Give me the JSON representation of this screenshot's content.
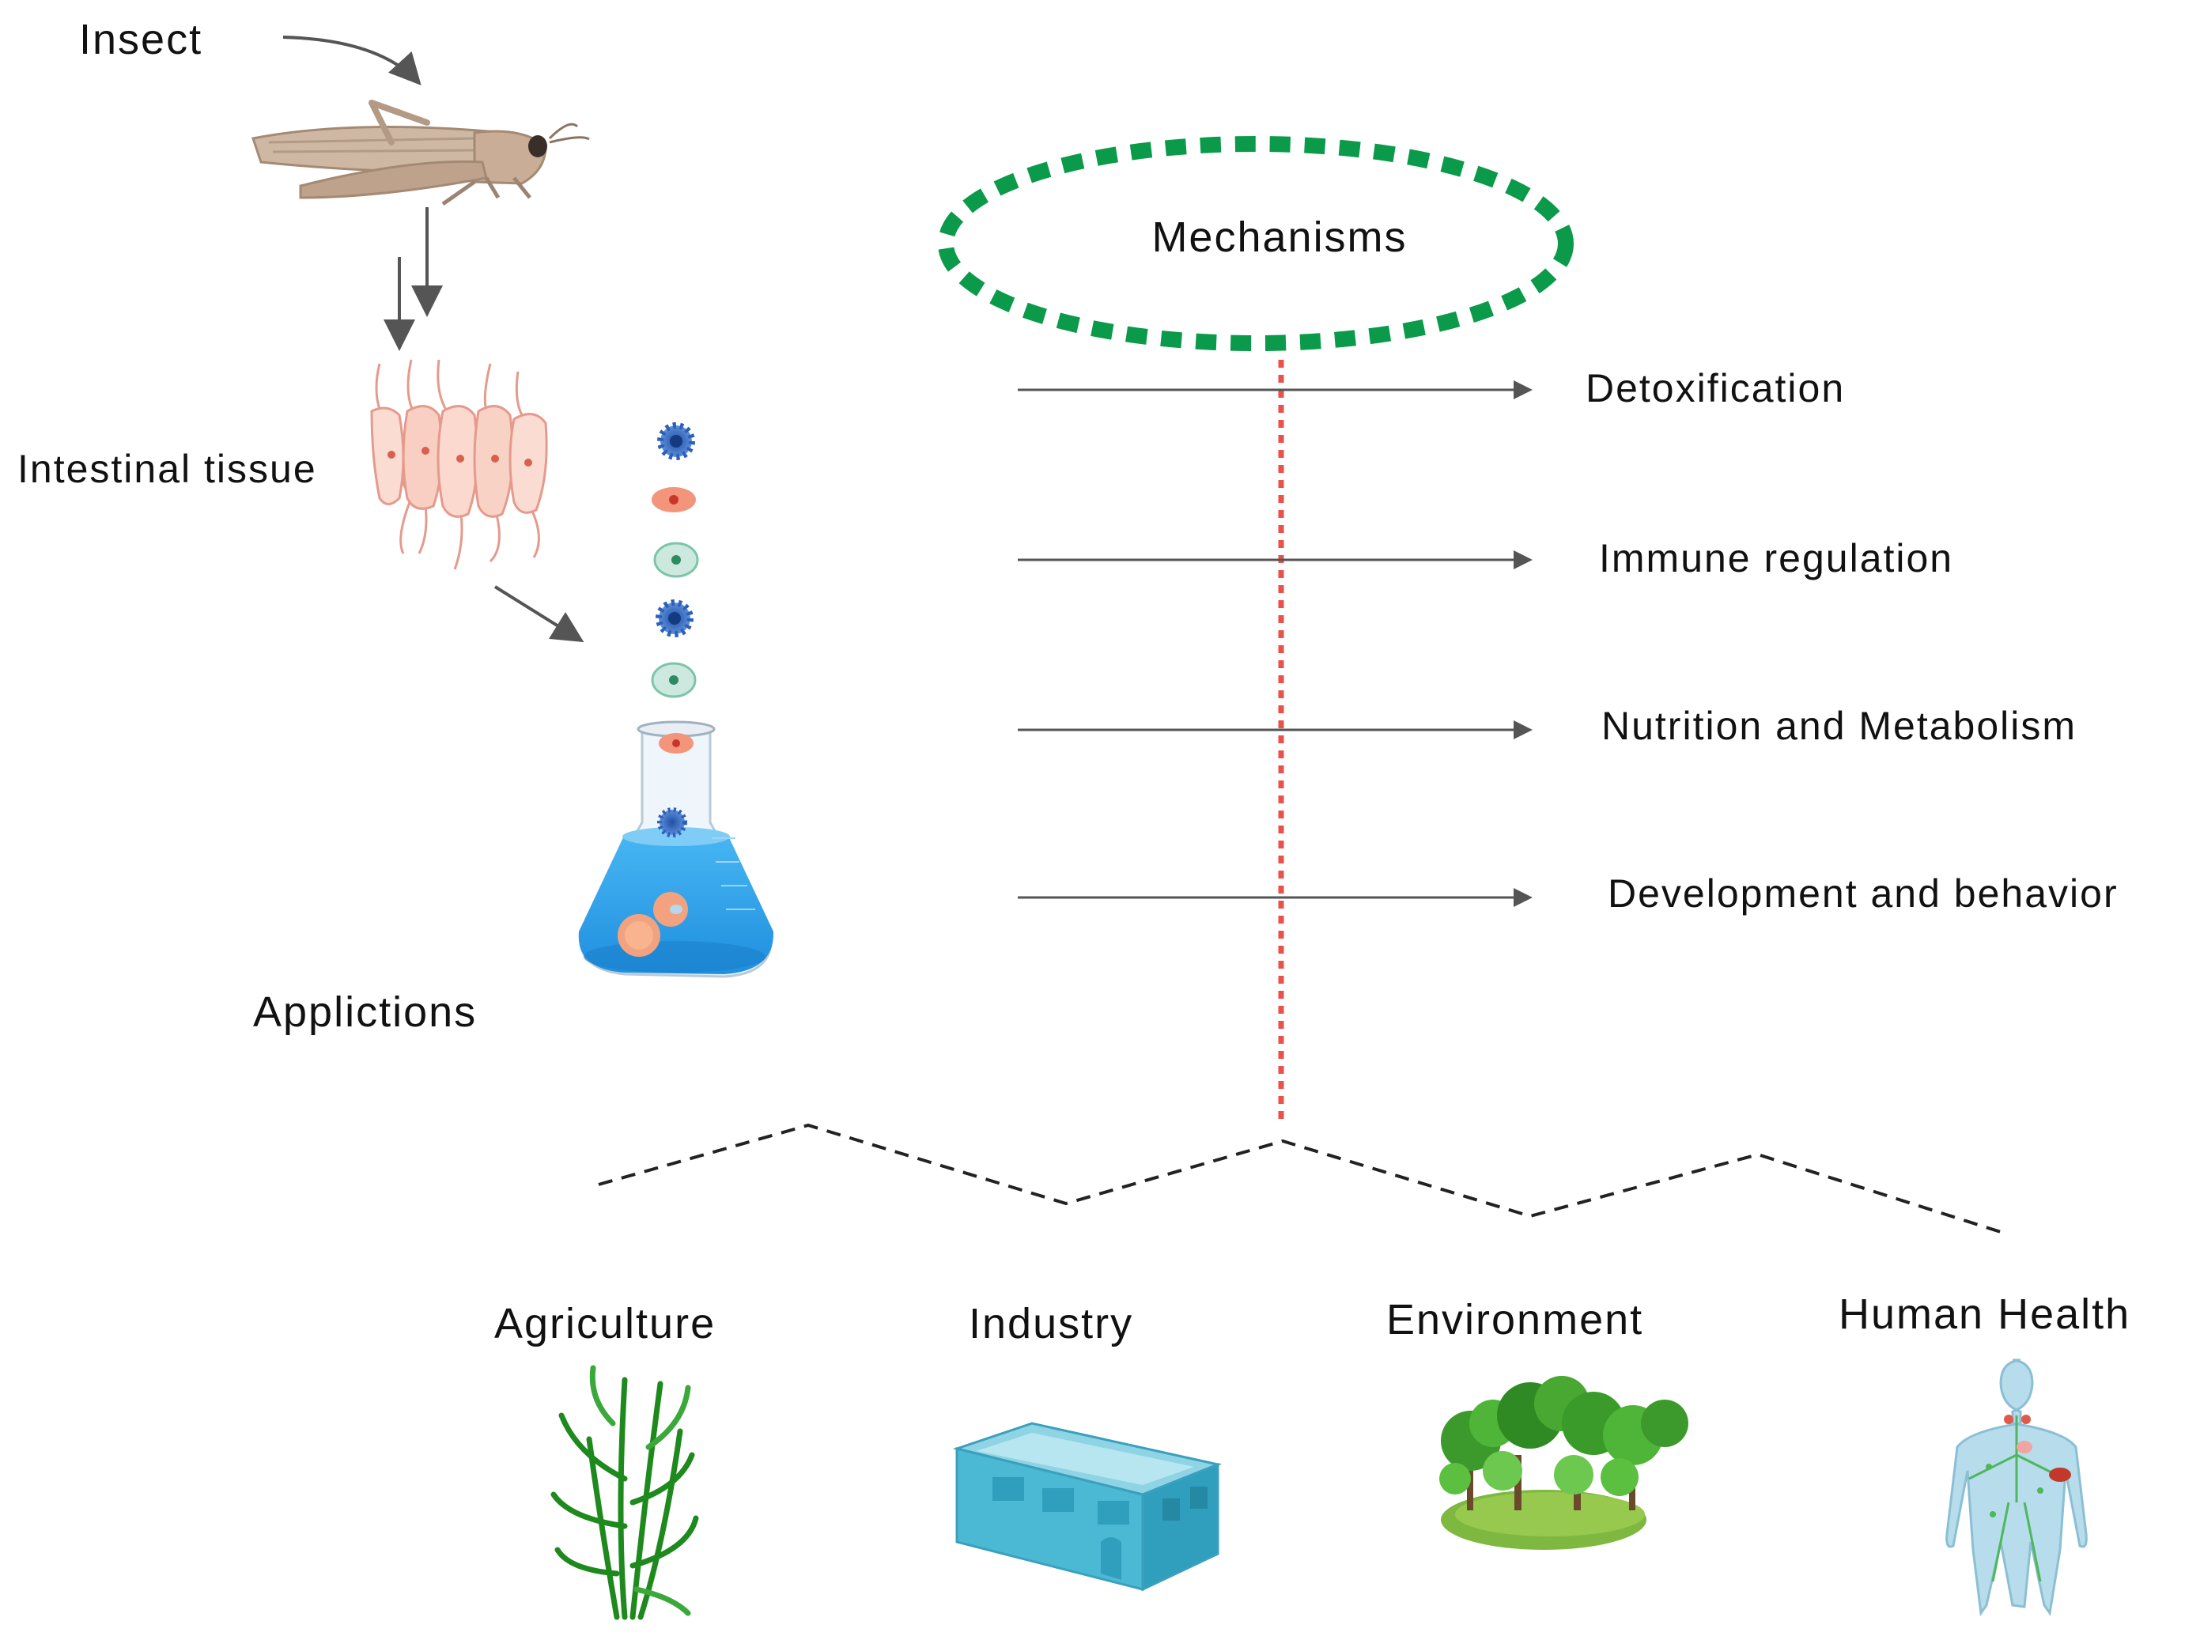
{
  "labels": {
    "insect": "Insect",
    "intestinal_tissue": "Intestinal tissue",
    "applications": "Applictions",
    "mechanisms": "Mechanisms"
  },
  "mechanisms": [
    "Detoxification",
    "Immune regulation",
    "Nutrition and Metabolism",
    "Development and behavior"
  ],
  "applications": [
    {
      "label": "Agriculture",
      "icon": "plant-icon"
    },
    {
      "label": "Industry",
      "icon": "building-icon"
    },
    {
      "label": "Environment",
      "icon": "forest-icon"
    },
    {
      "label": "Human Health",
      "icon": "human-body-icon"
    }
  ],
  "colors": {
    "mechanisms_ellipse": "#0a9a4a",
    "vertical_dashed_line": "#e9524a",
    "arrows": "#555555",
    "zigzag": "#222222",
    "flask_liquid": "#2a9ee8"
  }
}
